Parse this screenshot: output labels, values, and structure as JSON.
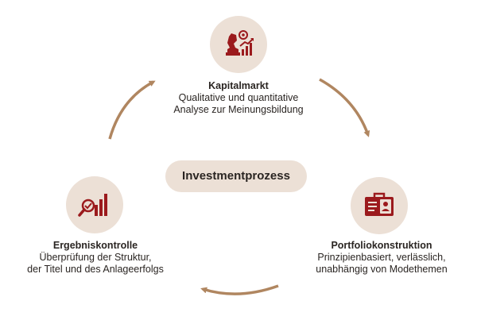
{
  "center": {
    "label": "Investmentprozess"
  },
  "nodes": [
    {
      "title": "Kapitalmarkt",
      "desc_line1": "Qualitative und quantitative",
      "desc_line2": "Analyse zur Meinungsbildung",
      "icon": "chess-knight-growth-chart-icon"
    },
    {
      "title": "Portfoliokonstruktion",
      "desc_line1": "Prinzipienbasiert, verlässlich,",
      "desc_line2": "unabhängig von Modethemen",
      "icon": "briefcase-profile-icon"
    },
    {
      "title": "Ergebniskontrolle",
      "desc_line1": "Überprüfung der Struktur,",
      "desc_line2": "der Titel und des Anlageerfolgs",
      "icon": "magnifier-bar-chart-icon"
    }
  ],
  "colors": {
    "accent": "#9b1a1d",
    "circle_bg": "#ece0d6",
    "arrow": "#b08660",
    "text": "#2a2522"
  }
}
